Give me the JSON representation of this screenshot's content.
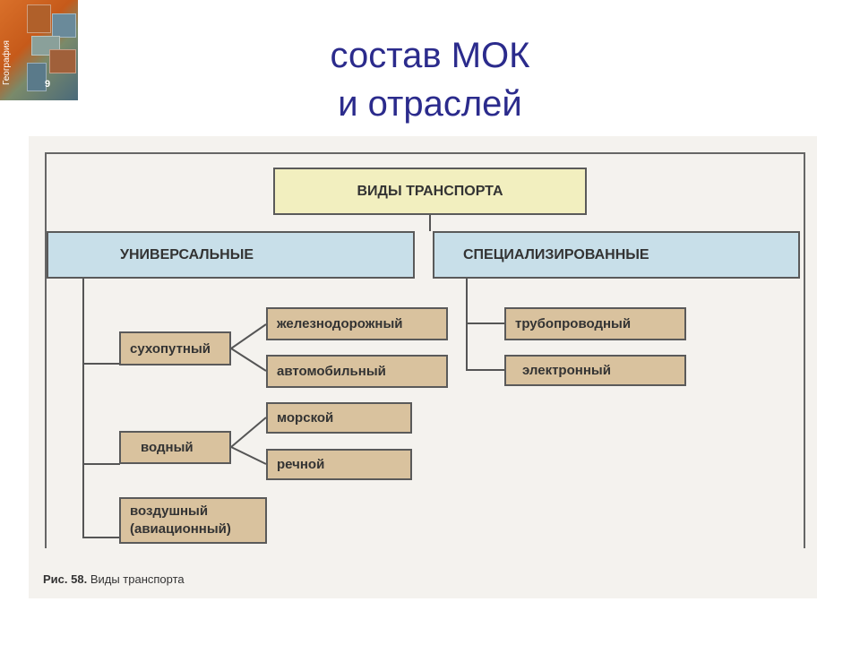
{
  "cover": {
    "title": "География",
    "grade": "9"
  },
  "title": {
    "line1": "состав МОК",
    "line2": "и отраслей"
  },
  "diagram": {
    "root": "ВИДЫ ТРАНСПОРТА",
    "universal": {
      "label": "УНИВЕРСАЛЬНЫЕ",
      "groups": [
        {
          "label": "сухопутный",
          "children": [
            "железнодорожный",
            "автомобильный"
          ]
        },
        {
          "label": "водный",
          "children": [
            "морской",
            "речной"
          ]
        },
        {
          "label": "воздушный (авиационный)",
          "line1": "воздушный",
          "line2": "(авиационный)",
          "children": []
        }
      ]
    },
    "specialized": {
      "label": "СПЕЦИАЛИЗИРОВАННЫЕ",
      "children": [
        "трубопроводный",
        "электронный"
      ]
    }
  },
  "caption": {
    "prefix": "Рис. 58.",
    "text": "Виды транспорта"
  },
  "colors": {
    "title": "#2b2b8c",
    "root_box": "#f2efbf",
    "category_box": "#c8dfe9",
    "item_box": "#d9c29e"
  }
}
